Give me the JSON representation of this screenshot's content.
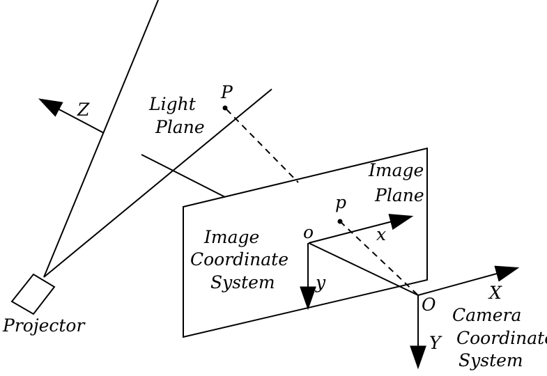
{
  "labels": {
    "z_axis": "Z",
    "light_plane_1": "Light",
    "light_plane_2": "Plane",
    "point_world": "P",
    "image_plane_1": "Image",
    "image_plane_2": "Plane",
    "point_image": "p",
    "image_origin": "o",
    "image_x": "x",
    "image_y": "y",
    "image_coord_1": "Image",
    "image_coord_2": "Coordinate",
    "image_coord_3": "System",
    "camera_origin": "O",
    "camera_x": "X",
    "camera_y": "Y",
    "camera_coord_1": "Camera",
    "camera_coord_2": "Coordinate",
    "camera_coord_3": "System",
    "projector": "Projector"
  }
}
